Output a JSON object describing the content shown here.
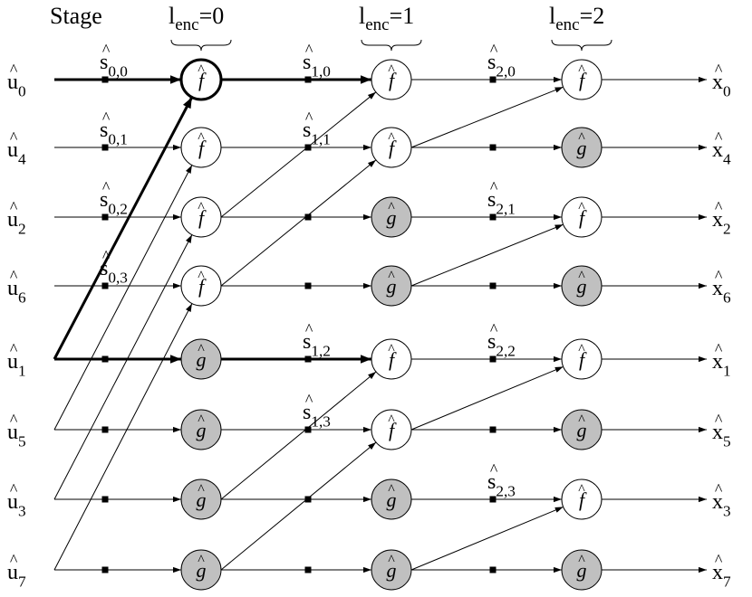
{
  "title": "Stage",
  "stage_labels": [
    "l",
    "enc",
    "=0",
    "l",
    "enc",
    "=1",
    "l",
    "enc",
    "=2"
  ],
  "stages": [
    {
      "l": "l",
      "sub": "enc",
      "eq": "=0"
    },
    {
      "l": "l",
      "sub": "enc",
      "eq": "=1"
    },
    {
      "l": "l",
      "sub": "enc",
      "eq": "=2"
    }
  ],
  "inputs": [
    {
      "base": "u",
      "sub": "0"
    },
    {
      "base": "u",
      "sub": "4"
    },
    {
      "base": "u",
      "sub": "2"
    },
    {
      "base": "u",
      "sub": "6"
    },
    {
      "base": "u",
      "sub": "1"
    },
    {
      "base": "u",
      "sub": "5"
    },
    {
      "base": "u",
      "sub": "3"
    },
    {
      "base": "u",
      "sub": "7"
    }
  ],
  "outputs": [
    {
      "base": "x",
      "sub": "0"
    },
    {
      "base": "x",
      "sub": "4"
    },
    {
      "base": "x",
      "sub": "2"
    },
    {
      "base": "x",
      "sub": "6"
    },
    {
      "base": "x",
      "sub": "1"
    },
    {
      "base": "x",
      "sub": "5"
    },
    {
      "base": "x",
      "sub": "3"
    },
    {
      "base": "x",
      "sub": "7"
    }
  ],
  "nodes": [
    [
      "f",
      "f",
      "f",
      "f",
      "g",
      "g",
      "g",
      "g"
    ],
    [
      "f",
      "f",
      "g",
      "g",
      "f",
      "f",
      "g",
      "g"
    ],
    [
      "f",
      "g",
      "f",
      "g",
      "f",
      "g",
      "f",
      "g"
    ]
  ],
  "bold_nodes": [
    [
      0,
      0
    ]
  ],
  "s_labels": [
    {
      "base": "s",
      "sub": "0,0",
      "stage": 0,
      "row": 0
    },
    {
      "base": "s",
      "sub": "0,1",
      "stage": 0,
      "row": 1
    },
    {
      "base": "s",
      "sub": "0,2",
      "stage": 0,
      "row": 2
    },
    {
      "base": "s",
      "sub": "0,3",
      "stage": 0,
      "row": 3
    },
    {
      "base": "s",
      "sub": "1,0",
      "stage": 1,
      "row": 0
    },
    {
      "base": "s",
      "sub": "1,1",
      "stage": 1,
      "row": 1
    },
    {
      "base": "s",
      "sub": "1,2",
      "stage": 1,
      "row": 4
    },
    {
      "base": "s",
      "sub": "1,3",
      "stage": 1,
      "row": 5
    },
    {
      "base": "s",
      "sub": "2,0",
      "stage": 2,
      "row": 0
    },
    {
      "base": "s",
      "sub": "2,1",
      "stage": 2,
      "row": 2
    },
    {
      "base": "s",
      "sub": "2,2",
      "stage": 2,
      "row": 4
    },
    {
      "base": "s",
      "sub": "2,3",
      "stage": 2,
      "row": 6
    }
  ],
  "colors": {
    "f_fill": "#ffffff",
    "g_fill": "#c0c0c0",
    "stroke": "#000000"
  }
}
